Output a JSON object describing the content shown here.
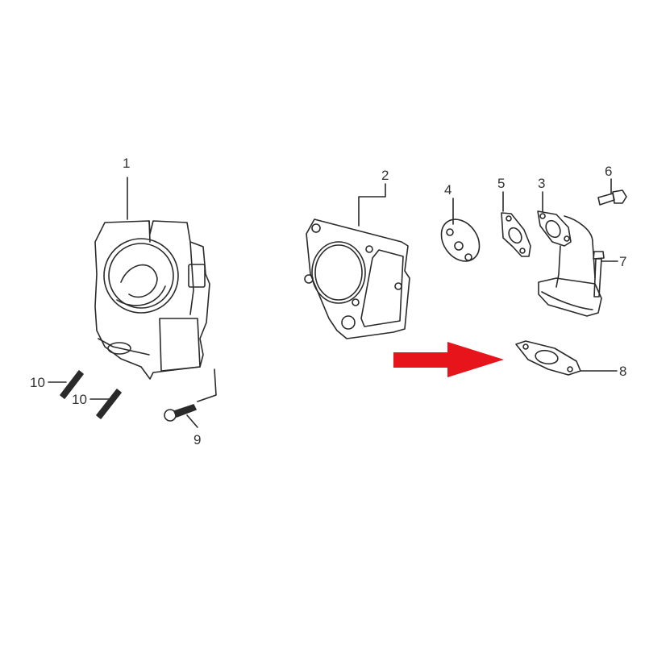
{
  "diagram": {
    "type": "exploded-parts-diagram",
    "arrow_color": "#e8141c",
    "line_color": "#2a2a2a",
    "callouts": [
      {
        "id": "1",
        "label": "1",
        "part": "cylinder-head"
      },
      {
        "id": "2",
        "label": "2",
        "part": "cylinder-head-gasket"
      },
      {
        "id": "3",
        "label": "3",
        "part": "intake-manifold"
      },
      {
        "id": "4",
        "label": "4",
        "part": "round-gasket"
      },
      {
        "id": "5",
        "label": "5",
        "part": "intake-gasket"
      },
      {
        "id": "6",
        "label": "6",
        "part": "flange-bolt"
      },
      {
        "id": "7",
        "label": "7",
        "part": "bolt"
      },
      {
        "id": "8",
        "label": "8",
        "part": "intake-manifold-gasket"
      },
      {
        "id": "9",
        "label": "9",
        "part": "flange-bolt"
      },
      {
        "id": "10a",
        "label": "10",
        "part": "stud-bolt"
      },
      {
        "id": "10b",
        "label": "10",
        "part": "stud-bolt"
      }
    ],
    "highlighted_part": "8"
  }
}
